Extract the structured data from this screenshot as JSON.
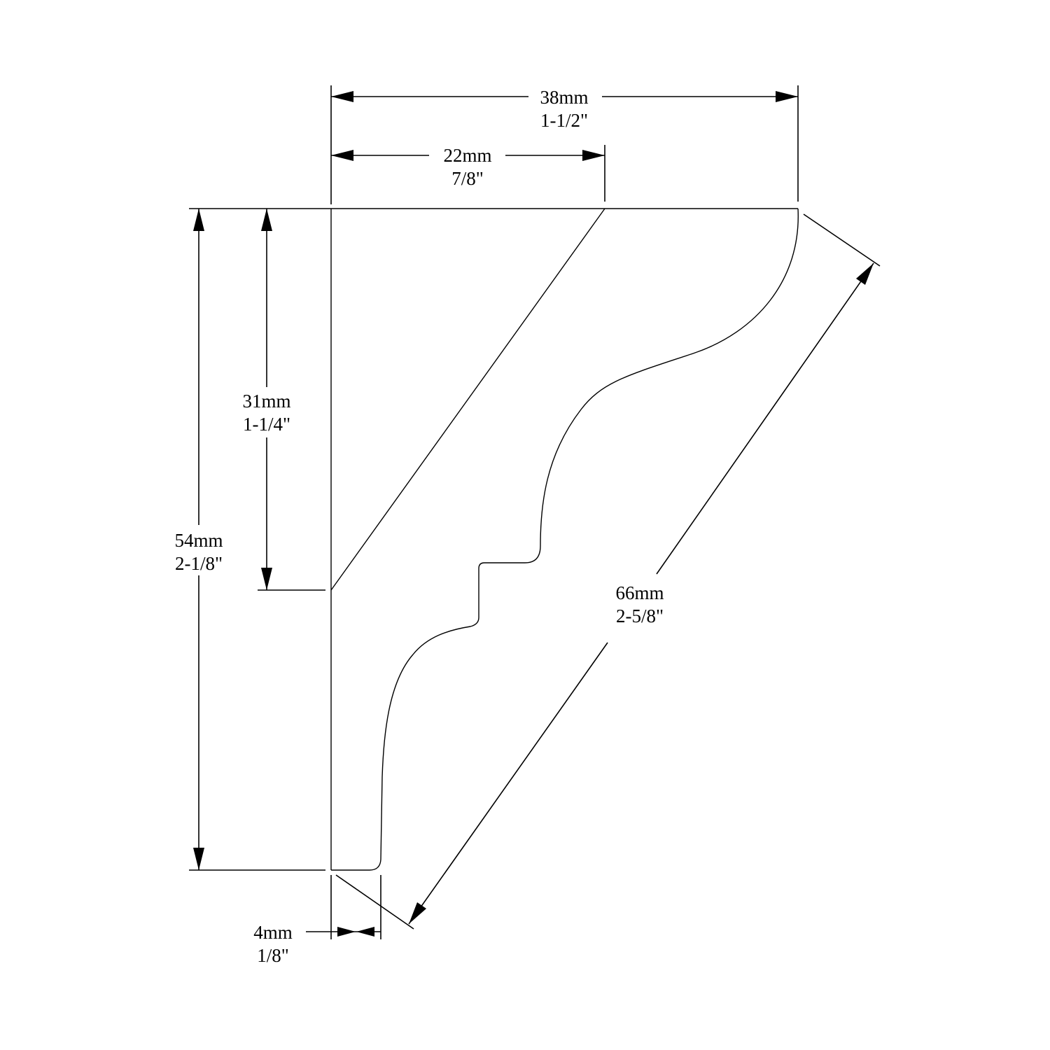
{
  "dimensions": {
    "top_total": {
      "mm": "38mm",
      "inch": "1-1/2\""
    },
    "top_flat": {
      "mm": "22mm",
      "inch": "7/8\""
    },
    "height_total": {
      "mm": "54mm",
      "inch": "2-1/8\""
    },
    "height_back": {
      "mm": "31mm",
      "inch": "1-1/4\""
    },
    "face_diagonal": {
      "mm": "66mm",
      "inch": "2-5/8\""
    },
    "bottom_lip": {
      "mm": "4mm",
      "inch": "1/8\""
    }
  }
}
